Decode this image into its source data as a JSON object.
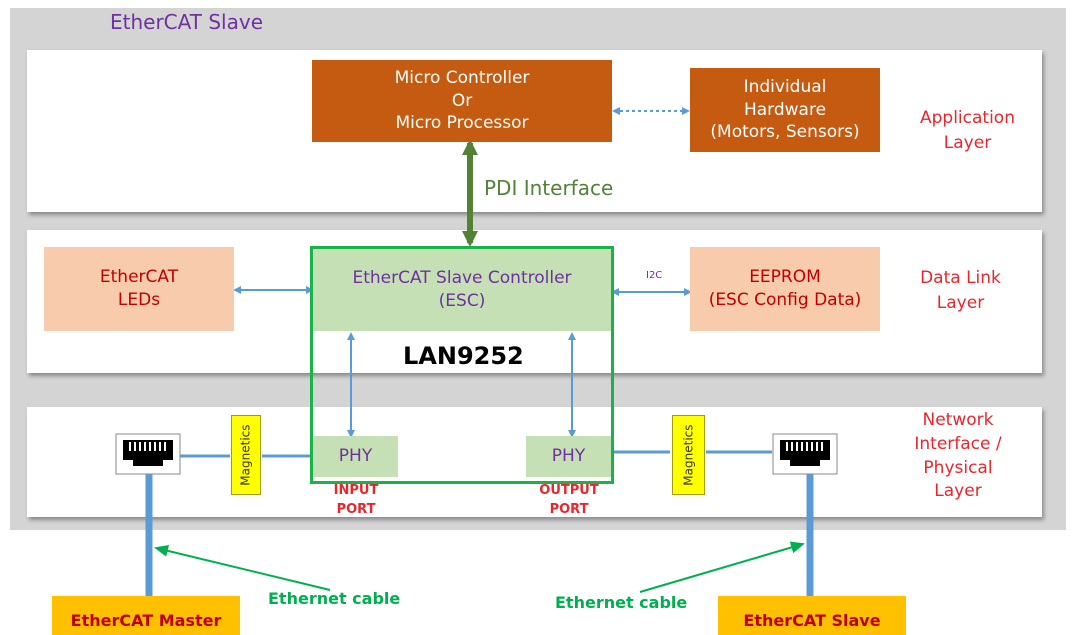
{
  "diagram": {
    "title": "EtherCAT Slave",
    "micro_controller": [
      "Micro Controller",
      "Or",
      "Micro Processor"
    ],
    "individual_hardware": [
      "Individual",
      "Hardware",
      "(Motors, Sensors)"
    ],
    "application_layer": [
      "Application",
      "Layer"
    ],
    "pdi_interface": "PDI Interface",
    "ethercat_leds": [
      "EtherCAT",
      "LEDs"
    ],
    "esc": [
      "EtherCAT Slave Controller",
      "(ESC)"
    ],
    "i2c": "I2C",
    "eeprom": [
      "EEPROM",
      "(ESC Config Data)"
    ],
    "data_link_layer": [
      "Data Link",
      "Layer"
    ],
    "chip_name": "LAN9252",
    "phy_left": "PHY",
    "phy_right": "PHY",
    "magnetics_left": "Magnetics",
    "magnetics_right": "Magnetics",
    "input_port": [
      "INPUT",
      "PORT"
    ],
    "output_port": [
      "OUTPUT",
      "PORT"
    ],
    "network_layer": [
      "Network",
      "Interface /",
      "Physical",
      "Layer"
    ],
    "ethernet_cable_left": "Ethernet cable",
    "ethernet_cable_right": "Ethernet cable",
    "master": "EtherCAT Master",
    "slave": "EtherCAT Slave"
  },
  "colors": {
    "background_gray": "#d4d4d4",
    "dark_orange": "#c55a11",
    "light_orange": "#f8cbad",
    "light_green": "#c5e0b4",
    "green_border": "#19b34a",
    "label_red": "#e8262c",
    "purple": "#7030a0",
    "yellow": "#ffff00",
    "node_orange": "#ffc000",
    "arrow_blue": "#5b9bd5",
    "pdi_green": "#538135"
  },
  "icons": [
    "rj45-port-icon",
    "rj45-port-icon"
  ]
}
